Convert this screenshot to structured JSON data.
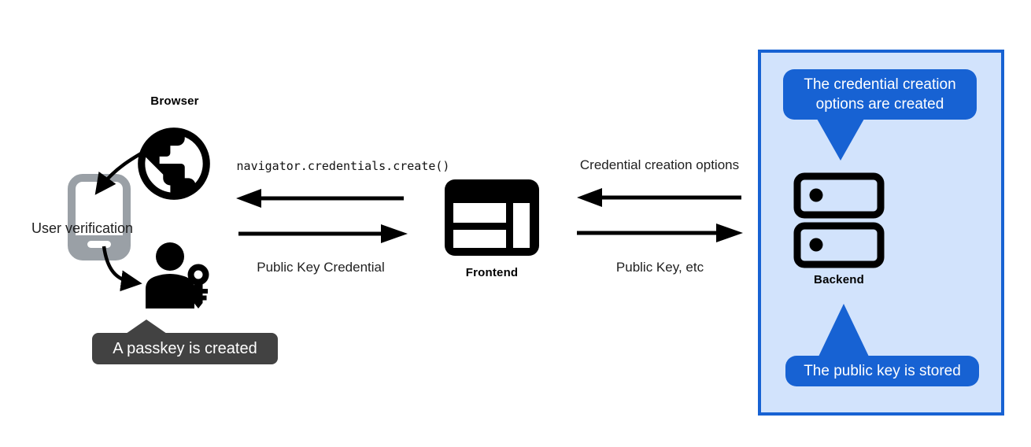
{
  "colors": {
    "accent_blue": "#1762d3",
    "light_blue_background": "#d2e3fc",
    "dark_tooltip_gray": "#424242",
    "phone_gray": "#9aa0a6",
    "icon_black": "#000000"
  },
  "left": {
    "browser_label": "Browser",
    "user_verification_label": "User verification",
    "passkey_tooltip": "A passkey is created"
  },
  "center": {
    "frontend_label": "Frontend",
    "message_to_browser": "navigator.credentials.create()",
    "message_to_frontend": "Public Key Credential"
  },
  "right": {
    "backend_label": "Backend",
    "message_to_frontend": "Credential creation options",
    "message_to_backend": "Public Key, etc",
    "options_tooltip": "The credential creation options are created",
    "stored_tooltip": "The public key is stored"
  }
}
